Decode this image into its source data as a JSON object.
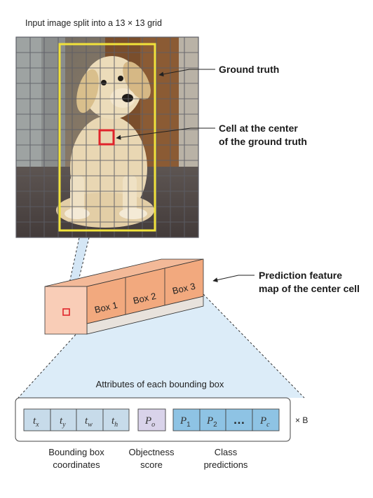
{
  "diagram": {
    "input_caption": "Input image split into a 13 × 13 grid",
    "grid_size": 13,
    "callouts": {
      "ground_truth": "Ground truth",
      "center_cell_line1": "Cell at the center",
      "center_cell_line2": "of the ground truth",
      "prediction_line1": "Prediction feature",
      "prediction_line2": "map of the center cell"
    },
    "boxes": [
      "Box 1",
      "Box 2",
      "Box 3"
    ],
    "attributes_title": "Attributes of each bounding box",
    "coords": {
      "tx": {
        "base": "t",
        "sub": "x"
      },
      "ty": {
        "base": "t",
        "sub": "y"
      },
      "tw": {
        "base": "t",
        "sub": "w"
      },
      "th": {
        "base": "t",
        "sub": "h"
      }
    },
    "objectness": {
      "base": "P",
      "sub": "o"
    },
    "classes": {
      "p1": {
        "base": "P",
        "sub": "1"
      },
      "p2": {
        "base": "P",
        "sub": "2"
      },
      "ellipsis": "…",
      "pc": {
        "base": "P",
        "sub": "c"
      }
    },
    "multiplier": "× B",
    "group_labels": {
      "coords_line1": "Bounding box",
      "coords_line2": "coordinates",
      "objectness_line1": "Objectness",
      "objectness_line2": "score",
      "classes_line1": "Class",
      "classes_line2": "predictions"
    },
    "colors": {
      "ground_truth_box": "#f1e23a",
      "center_cell": "#e0242b",
      "feature_map_front": "#f9cdb7",
      "feature_map_face": "#f2a97e",
      "attr_coord_fill": "#c7dbea",
      "attr_objectness_fill": "#d9d3ea",
      "attr_class_fill": "#8ec3e4",
      "cone_fill": "#dcecf8"
    }
  }
}
